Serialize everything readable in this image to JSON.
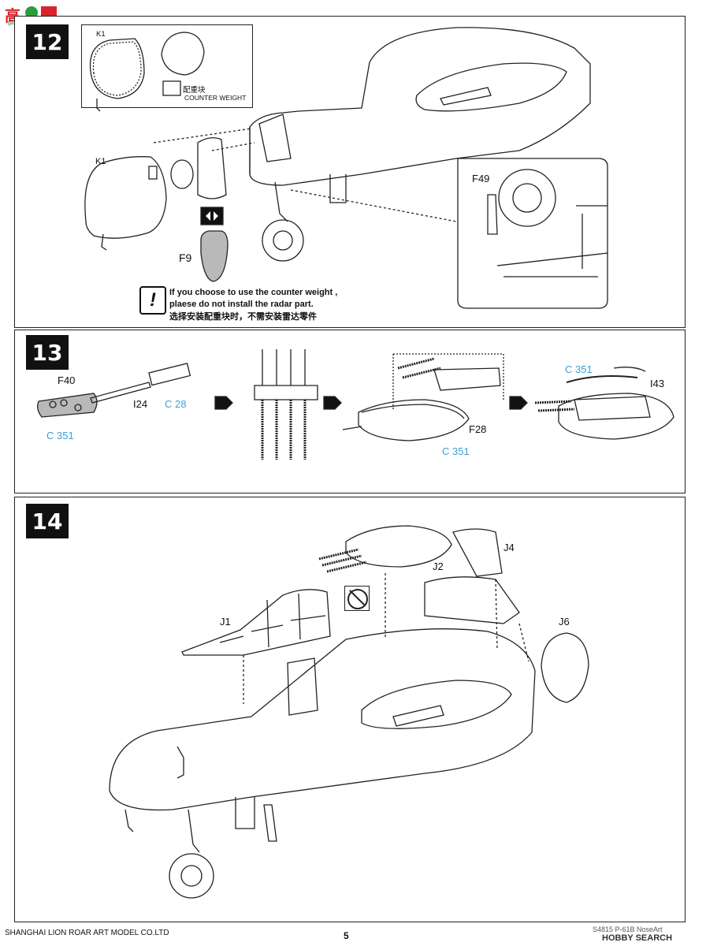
{
  "logo": {
    "chars": "高",
    "site": "gao-shou.com",
    "accent": "#d7262b"
  },
  "steps": [
    {
      "number": "12",
      "inset_labels": {
        "k1_top": "K1",
        "weight_cn": "配重块",
        "weight_en": "COUNTER WEIGHT"
      },
      "labels": {
        "k1": "K1",
        "f9": "F9",
        "f49": "F49"
      },
      "warning": {
        "line1": "If you choose to use the counter weight ,",
        "line2": "plaese do not install the radar part.",
        "line3": "选择安装配重块时，不需安装雷达零件"
      }
    },
    {
      "number": "13",
      "labels": {
        "f40": "F40",
        "i24": "I24",
        "c28": "C  28",
        "c351_a": "C 351",
        "f28": "F28",
        "c351_b": "C 351",
        "c351_c": "C 351",
        "i43": "I43"
      }
    },
    {
      "number": "14",
      "labels": {
        "j1": "J1",
        "j2": "J2",
        "j4": "J4",
        "j6": "J6"
      }
    }
  ],
  "footer": {
    "company": "SHANGHAI LION ROAR ART MODEL CO.LTD",
    "page": "5",
    "code": "S4815  P-61B  NoseArt",
    "watermark": "HOBBY SEARCH"
  },
  "colors": {
    "blue": "#3a9fd6",
    "gray_part": "#b9b9b9"
  }
}
